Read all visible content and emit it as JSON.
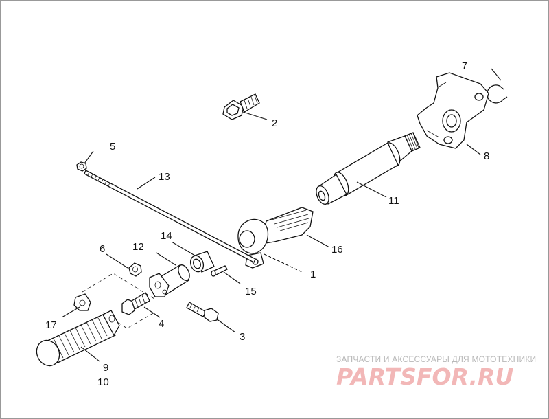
{
  "labels": {
    "p1": "1",
    "p2": "2",
    "p3": "3",
    "p4": "4",
    "p5": "5",
    "p6": "6",
    "p7": "7",
    "p8": "8",
    "p9": "9",
    "p10": "10",
    "p11": "11",
    "p12": "12",
    "p13": "13",
    "p14": "14",
    "p15": "15",
    "p16": "16",
    "p17": "17"
  },
  "watermark": {
    "caption": "ЗАПЧАСТИ И АКСЕССУАРЫ ДЛЯ МОТОТЕХНИКИ",
    "brand": "PARTSFOR.RU",
    "color": "#f2b7b7"
  },
  "colors": {
    "line": "#111111",
    "background": "#ffffff"
  }
}
